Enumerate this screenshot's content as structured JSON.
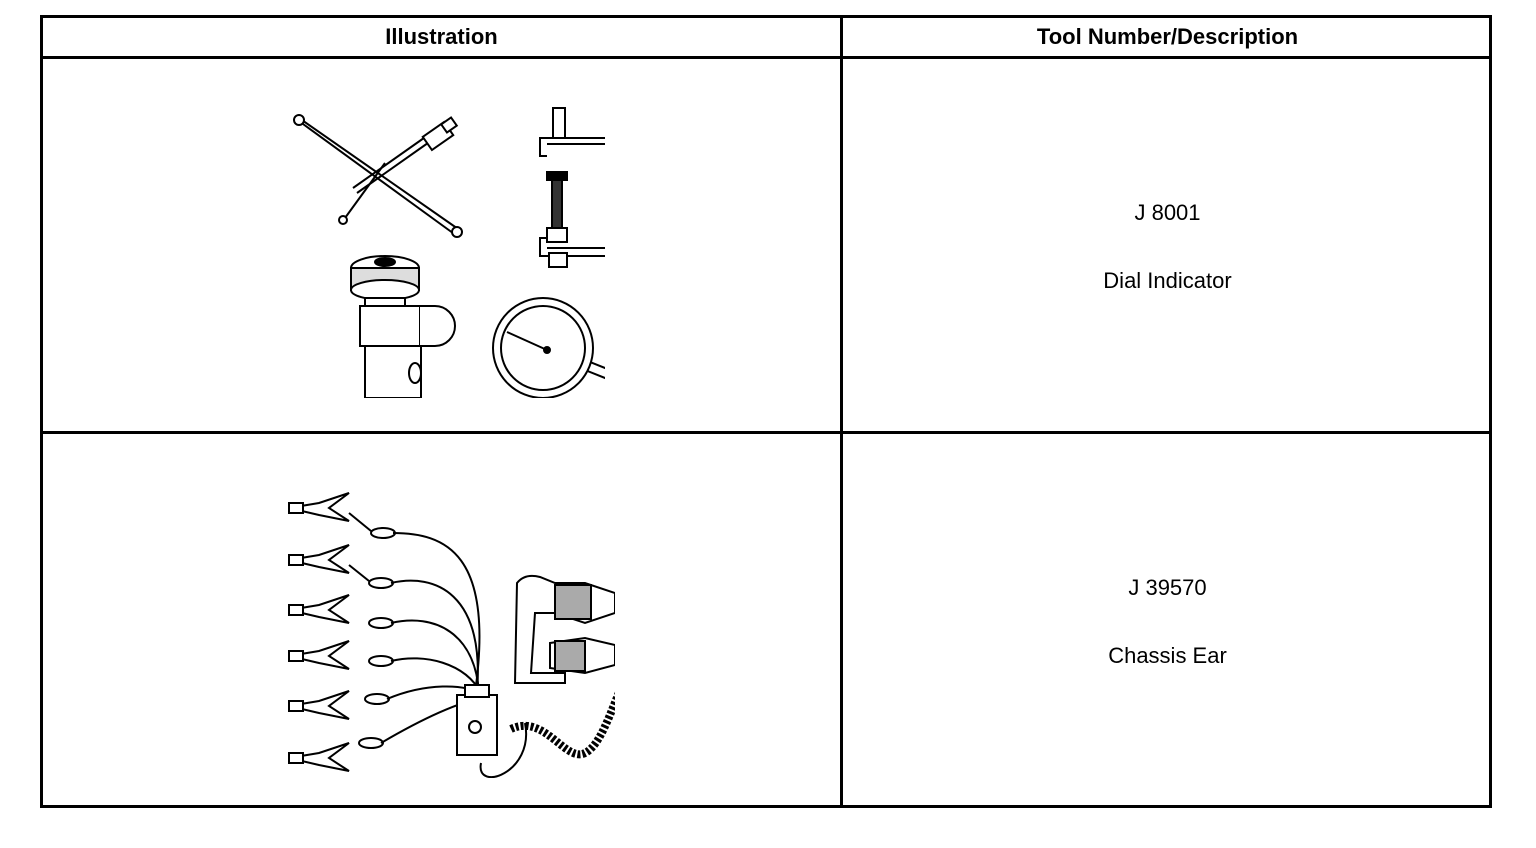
{
  "table": {
    "headers": [
      "Illustration",
      "Tool Number/Description"
    ],
    "rows": [
      {
        "tool_number": "J 8001",
        "description": "Dial Indicator",
        "illustration": "dial-indicator-set-illustration"
      },
      {
        "tool_number": "J 39570",
        "description": "Chassis Ear",
        "illustration": "chassis-ear-kit-illustration"
      }
    ]
  }
}
